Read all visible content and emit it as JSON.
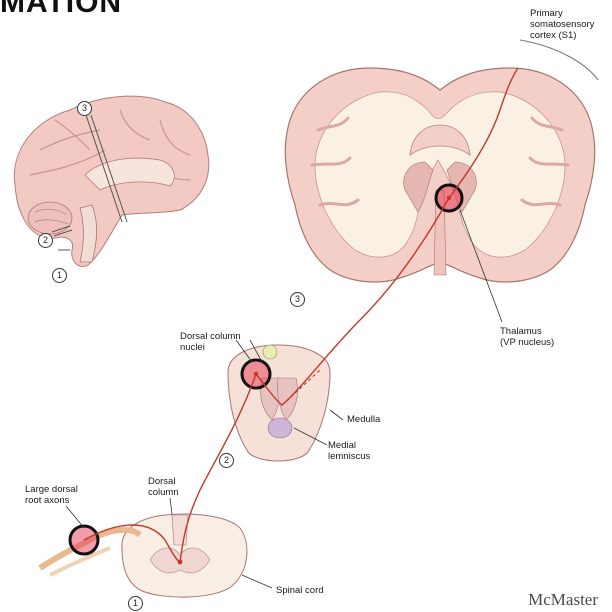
{
  "heading": "MATION",
  "labels": {
    "s1": "Primary\nsomatosensory\ncortex (S1)",
    "thalamus": "Thalamus\n(VP nucleus)",
    "dcn": "Dorsal column\nnuclei",
    "medulla": "Medulla",
    "medial_lemniscus": "Medial\nlemniscus",
    "large_dorsal_root": "Large dorsal\nroot axons",
    "dorsal_column": "Dorsal\ncolumn",
    "spinal_cord": "Spinal cord"
  },
  "level_markers": {
    "brain_1": "1",
    "brain_2": "2",
    "brain_3": "3",
    "section_3": "3",
    "section_2": "2",
    "section_1": "1"
  },
  "brand": "McMaster",
  "colors": {
    "tissue": "#f6d9d3",
    "tissue_dark": "#e8b9b0",
    "white_matter": "#fbf1e6",
    "pathway": "#c0392b",
    "highlight_ring": "#111111",
    "highlight_fill": "#e83a55"
  }
}
